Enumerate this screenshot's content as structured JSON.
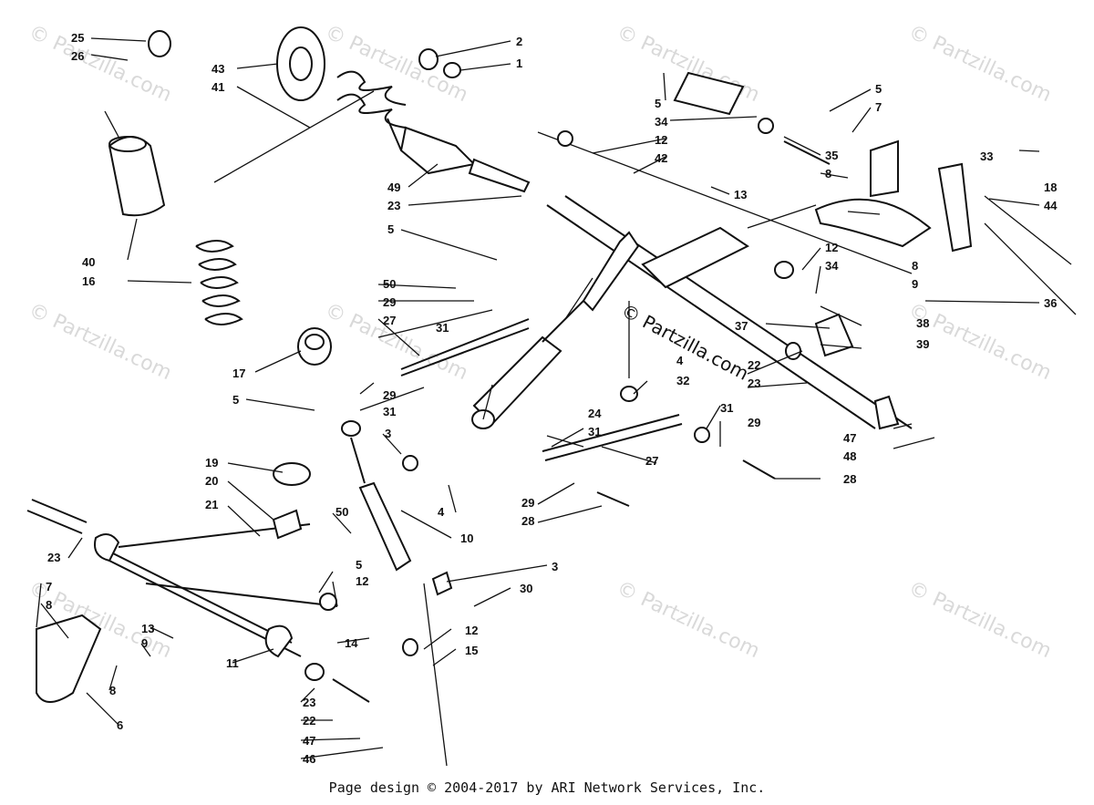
{
  "watermark": "© Partzilla.com",
  "center_brand": "© Partzilla.com",
  "footer": "Page design © 2004-2017 by ARI Network Services, Inc.",
  "callouts": [
    "25",
    "26",
    "43",
    "41",
    "2",
    "1",
    "5",
    "34",
    "12",
    "42",
    "35",
    "5",
    "7",
    "8",
    "13",
    "33",
    "18",
    "44",
    "49",
    "23",
    "40",
    "16",
    "5",
    "12",
    "34",
    "8",
    "9",
    "36",
    "50",
    "29",
    "27",
    "31",
    "37",
    "38",
    "39",
    "17",
    "5",
    "29",
    "31",
    "4",
    "22",
    "23",
    "32",
    "24",
    "3",
    "31",
    "27",
    "31",
    "29",
    "47",
    "48",
    "28",
    "19",
    "20",
    "21",
    "4",
    "10",
    "50",
    "29",
    "28",
    "23",
    "5",
    "12",
    "3",
    "30",
    "7",
    "8",
    "13",
    "9",
    "11",
    "14",
    "12",
    "15",
    "8",
    "6",
    "23",
    "22",
    "47",
    "46"
  ]
}
